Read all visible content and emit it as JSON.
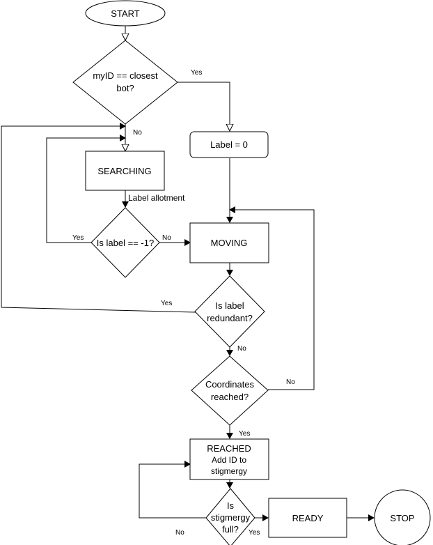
{
  "nodes": {
    "start": "START",
    "decision_closest": [
      "myID == closest",
      "bot?"
    ],
    "label_zero": "Label = 0",
    "searching": "SEARCHING",
    "decision_label": "Is label == -1?",
    "moving": "MOVING",
    "decision_redundant": [
      "Is label",
      "redundant?"
    ],
    "decision_coords": [
      "Coordinates",
      "reached?"
    ],
    "reached": [
      "REACHED",
      "Add ID to",
      "stigmergy"
    ],
    "decision_stigmergy": [
      "Is",
      "stigmergy",
      "full?"
    ],
    "ready": "READY",
    "stop": "STOP"
  },
  "edge_labels": {
    "closest_yes": "Yes",
    "closest_no": "No",
    "label_allotment": "Label allotment",
    "label_yes": "Yes",
    "label_no": "No",
    "redundant_yes": "Yes",
    "redundant_no": "No",
    "coords_no": "No",
    "coords_yes": "Yes",
    "stigmergy_no": "No",
    "stigmergy_yes": "Yes"
  }
}
